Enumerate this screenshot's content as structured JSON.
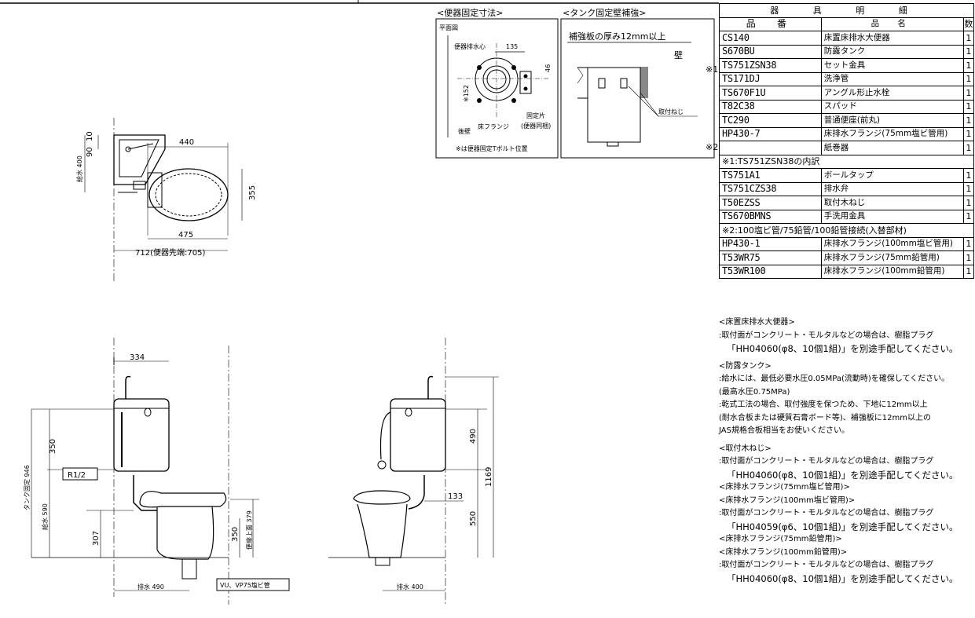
{
  "fix_section": {
    "title": "<便器固定寸法>",
    "plan_label": "平面図",
    "center_label": "便器排水心",
    "dim_135": "135",
    "dim_46": "46",
    "dim_152": "※152",
    "wall_label": "後壁",
    "flange_label": "床フランジ",
    "fixing_label": "固定片",
    "fixing_sub": "(便器同梱)",
    "note": "※は便器固定Tボルト位置"
  },
  "tank_section": {
    "title": "<タンク固定壁補強>",
    "board_label": "補強板の厚み12mm以上",
    "wall_label": "壁",
    "screw_label": "取付ねじ"
  },
  "plan_view": {
    "d_10": "10",
    "d_90": "90",
    "d_400": "給水 400",
    "d_440": "440",
    "d_355": "355",
    "d_475": "475",
    "d_712": "712(便器先端:705)"
  },
  "side_view": {
    "d_334": "334",
    "d_350": "350",
    "d_946": "タンク固定 946",
    "d_590": "給水 590",
    "d_307": "307",
    "d_350b": "350",
    "d_379": "便座上面 379",
    "d_490": "排水 490",
    "r12": "R1/2",
    "pipe": "VU、VP75塩ビ管"
  },
  "front_view": {
    "d_490": "490",
    "d_1169": "1169",
    "d_133": "133",
    "d_550": "550",
    "d_400": "排水 400"
  },
  "parts": {
    "header": "器 具 明 細",
    "col_code": "品 番",
    "col_name": "品 名",
    "col_qty": "数",
    "rows": [
      {
        "mark": "",
        "code": "CS140",
        "name": "床置床排水大便器",
        "qty": "1"
      },
      {
        "mark": "",
        "code": "S670BU",
        "name": "防露タンク",
        "qty": "1"
      },
      {
        "mark": "※1",
        "code": "TS751ZSN38",
        "name": "セット金具",
        "qty": "1"
      },
      {
        "mark": "",
        "code": "TS171DJ",
        "name": "洗浄管",
        "qty": "1"
      },
      {
        "mark": "",
        "code": "TS670F1U",
        "name": "アングル形止水栓",
        "qty": "1"
      },
      {
        "mark": "",
        "code": "T82C38",
        "name": "スパッド",
        "qty": "1"
      },
      {
        "mark": "",
        "code": "TC290",
        "name": "普通便座(前丸)",
        "qty": "1"
      },
      {
        "mark": "※2",
        "code": "HP430-7",
        "name": "床排水フランジ(75mm塩ビ管用)",
        "qty": "1"
      },
      {
        "mark": "",
        "code": "",
        "name": "紙巻器",
        "qty": "1"
      }
    ],
    "sub1_title": "※1:TS751ZSN38の内訳",
    "sub1_rows": [
      {
        "code": "TS751A1",
        "name": "ボールタップ",
        "qty": "1"
      },
      {
        "code": "TS751CZS38",
        "name": "排水弁",
        "qty": "1"
      },
      {
        "code": "T50EZSS",
        "name": "取付木ねじ",
        "qty": "1"
      },
      {
        "code": "TS670BMNS",
        "name": "手洗用金具",
        "qty": "1"
      }
    ],
    "sub2_title": "※2:100塩ビ管/75鉛管/100鉛管接続(入替部材)",
    "sub2_rows": [
      {
        "code": "HP430-1",
        "name": "床排水フランジ(100mm塩ビ管用)",
        "qty": "1"
      },
      {
        "code": "T53WR75",
        "name": "床排水フランジ(75mm鉛管用)",
        "qty": "1"
      },
      {
        "code": "T53WR100",
        "name": "床排水フランジ(100mm鉛管用)",
        "qty": "1"
      }
    ]
  },
  "notes": {
    "n1_title": "<床置床排水大便器>",
    "n1_l1": ":取付面がコンクリート・モルタルなどの場合は、樹脂プラグ",
    "n1_l2": "「HH04060(φ8、10個1組)」を別途手配してください。",
    "n2_title": "<防露タンク>",
    "n2_l1": ":給水には、最低必要水圧0.05MPa(流動時)を確保してください。",
    "n2_l2": "(最高水圧0.75MPa)",
    "n2_l3": ":乾式工法の場合、取付強度を保つため、下地に12mm以上",
    "n2_l4": "(耐水合板または硬質石膏ボード等)、補強板に12mm以上の",
    "n2_l5": "JAS規格合板相当をお使いください。",
    "n3_title": "<取付木ねじ>",
    "n3_l1": ":取付面がコンクリート・モルタルなどの場合は、樹脂プラグ",
    "n3_l2": "「HH04060(φ8、10個1組)」を別途手配してください。",
    "n4_title": "<床排水フランジ(75mm塩ビ管用)>",
    "n5_title": "<床排水フランジ(100mm塩ビ管用)>",
    "n5_l1": ":取付面がコンクリート・モルタルなどの場合は、樹脂プラグ",
    "n5_l2": "「HH04059(φ6、10個1組)」を別途手配してください。",
    "n6_title": "<床排水フランジ(75mm鉛管用)>",
    "n7_title": "<床排水フランジ(100mm鉛管用)>",
    "n7_l1": ":取付面がコンクリート・モルタルなどの場合は、樹脂プラグ",
    "n7_l2": "「HH04060(φ8、10個1組)」を別途手配してください。"
  }
}
